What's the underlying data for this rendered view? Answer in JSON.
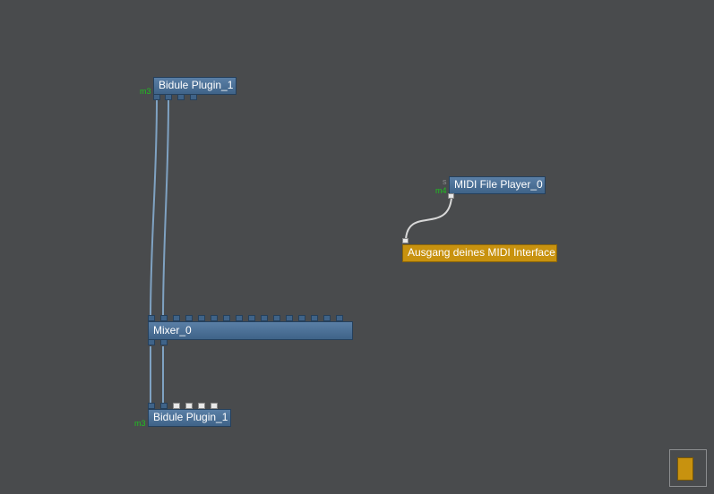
{
  "nodes": {
    "plugin_top": {
      "label": "Bidule Plugin_1",
      "tag": "m3"
    },
    "midi_player": {
      "label": "MIDI File Player_0",
      "tag": "m4",
      "tag_small": "s"
    },
    "midi_out": {
      "label": "Ausgang deines MIDI Interface"
    },
    "mixer": {
      "label": "Mixer_0"
    },
    "plugin_bottom": {
      "label": "Bidule Plugin_1",
      "tag": "m3"
    }
  },
  "colors": {
    "background": "#494b4d",
    "node_blue": "#4a6e94",
    "node_gold": "#c8920f",
    "cable": "#7fa2c2",
    "midi_cable": "#d8d8d8",
    "tag_green": "#1fc21f"
  },
  "icons": {
    "minimap": "navigator-minimap-icon"
  }
}
